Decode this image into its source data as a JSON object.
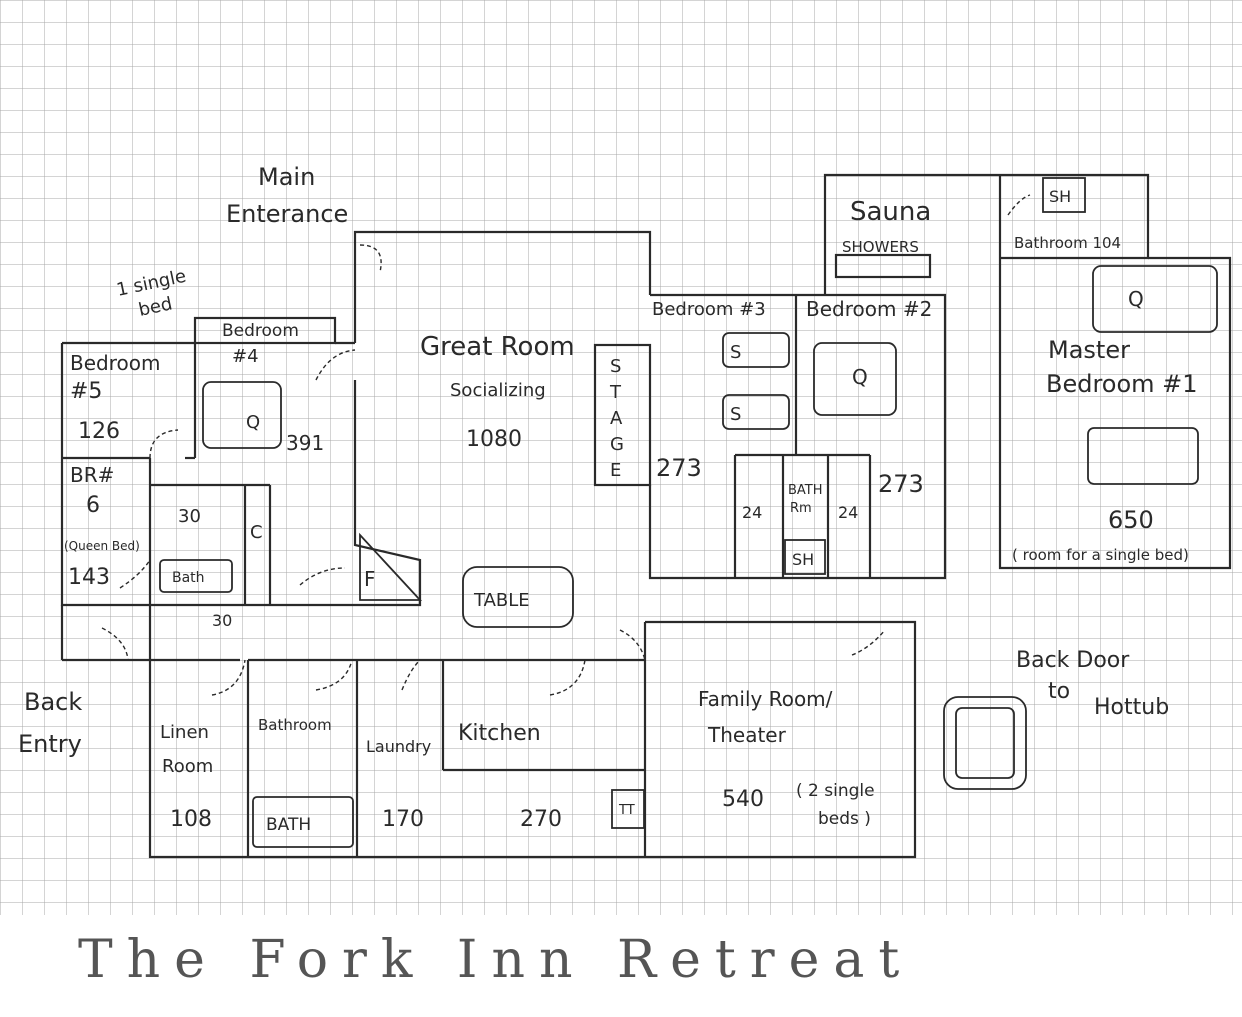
{
  "title": "The Fork Inn Retreat",
  "colors": {
    "paper": "#f7f7f5",
    "grid": "#a9a9a9",
    "ink": "#2a2a2a"
  },
  "labels": {
    "main_entrance_1": "Main",
    "main_entrance_2": "Enterance",
    "single_bed_note_1": "1 single",
    "single_bed_note_2": "bed",
    "bedroom5": "Bedroom",
    "bedroom5_num": "#5",
    "bedroom5_area": "126",
    "bedroom4": "Bedroom",
    "bedroom4_num": "#4",
    "bedroom4_area": "391",
    "br6": "BR#",
    "br6_num": "6",
    "br6_note": "(Queen Bed)",
    "br6_area": "143",
    "bath_30a": "30",
    "bath_30b": "30",
    "closet_c": "C",
    "closet_f": "F",
    "bath_tub_small": "Bath",
    "great_room": "Great Room",
    "great_room_sub": "Socializing",
    "great_room_area": "1080",
    "stage": [
      "S",
      "T",
      "A",
      "G",
      "E"
    ],
    "table": "TABLE",
    "bedroom3": "Bedroom #3",
    "bedroom3_area": "273",
    "bedroom2": "Bedroom #2",
    "bedroom2_area": "273",
    "bath_rm_1": "BATH",
    "bath_rm_2": "Rm",
    "bath_24a": "24",
    "bath_24b": "24",
    "sh_mid": "SH",
    "sauna": "Sauna",
    "showers": "SHOWERS",
    "sh_top": "SH",
    "bathroom104": "Bathroom 104",
    "master_1": "Master",
    "master_2": "Bedroom #1",
    "master_area": "650",
    "master_note": "( room for a single bed)",
    "bed_q": "Q",
    "bed_s": "S",
    "back_door_1": "Back Door",
    "back_door_2": "to",
    "back_door_3": "Hottub",
    "back_entry_1": "Back",
    "back_entry_2": "Entry",
    "linen_1": "Linen",
    "linen_2": "Room",
    "linen_area": "108",
    "bathroom_low": "Bathroom",
    "bath_tub_low": "BATH",
    "laundry": "Laundry",
    "laundry_area": "170",
    "kitchen": "Kitchen",
    "kitchen_area": "270",
    "fridge": "TT",
    "family_1": "Family Room/",
    "family_2": "Theater",
    "family_area": "540",
    "family_note_1": "( 2 single",
    "family_note_2": "beds )"
  }
}
